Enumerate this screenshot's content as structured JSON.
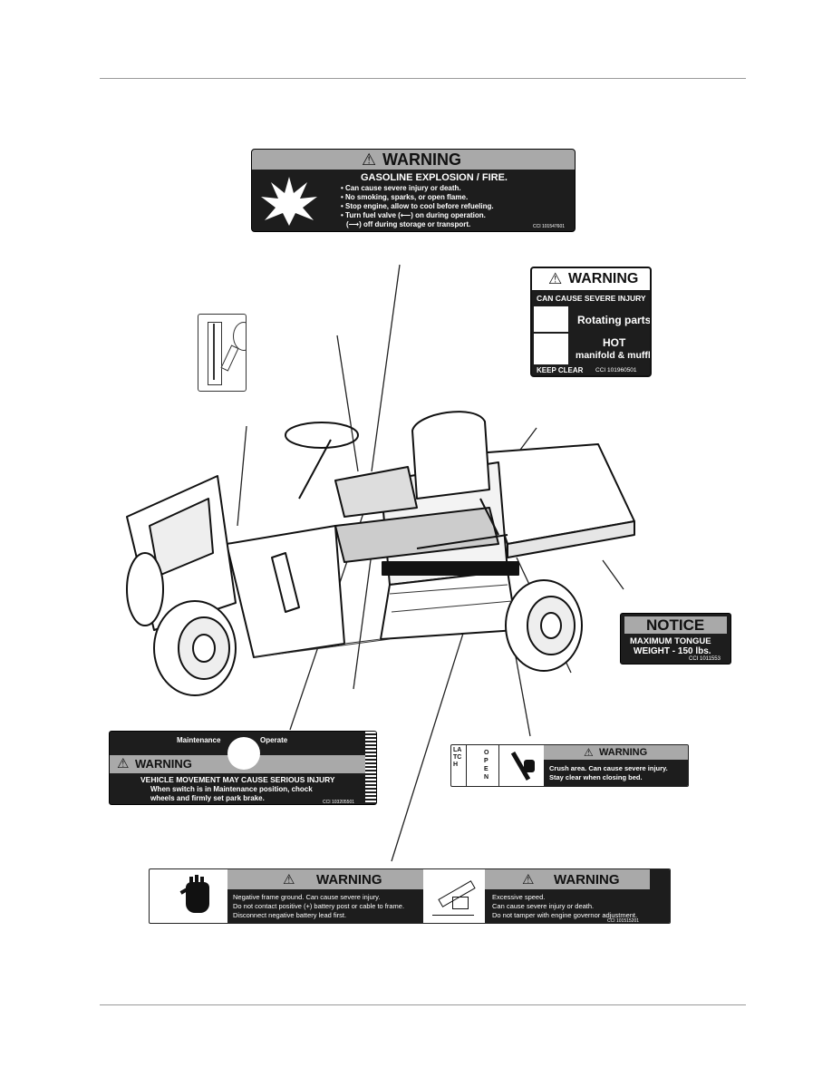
{
  "gasoline": {
    "header": "WARNING",
    "title": "GASOLINE EXPLOSION / FIRE.",
    "lines": [
      "• Can cause severe injury or death.",
      "• No smoking, sparks, or open flame.",
      "• Stop engine, allow to cool before refueling.",
      "• Turn fuel valve (⟵) on during operation.",
      "(⟶) off during storage or transport."
    ],
    "code": "CCI 101547601"
  },
  "rotating": {
    "header": "WARNING",
    "subheader": "CAN CAUSE SEVERE INJURY",
    "rotating": "Rotating parts",
    "hot": "HOT",
    "manifold": "manifold & muffler",
    "keep": "KEEP CLEAR",
    "code": "CCI 101960501"
  },
  "notice": {
    "header": "NOTICE",
    "line1": "MAXIMUM TONGUE",
    "line2": "WEIGHT - 150 lbs.",
    "code": "CCI 1011553"
  },
  "maintenance": {
    "left": "Maintenance",
    "right": "Operate",
    "header": "WARNING",
    "title": "VEHICLE MOVEMENT MAY CAUSE SERIOUS INJURY",
    "line1": "When switch is in Maintenance position, chock",
    "line2": "wheels and firmly set park brake.",
    "code": "CCI 103205501"
  },
  "latch": {
    "latch": "LATCH",
    "open": "OPEN",
    "header": "WARNING",
    "line1": "Crush area. Can cause severe injury.",
    "line2": "Stay clear when closing bed."
  },
  "battery": {
    "header": "WARNING",
    "line1": "Negative frame ground. Can cause severe injury.",
    "line2": "Do not contact positive (+) battery post or cable to frame.",
    "line3": "Disconnect negative battery lead first."
  },
  "speed": {
    "header": "WARNING",
    "line1": "Excessive speed.",
    "line2": "Can cause severe injury or death.",
    "line3": "Do not tamper with engine governor adjustment.",
    "code": "CCI 101515201"
  }
}
